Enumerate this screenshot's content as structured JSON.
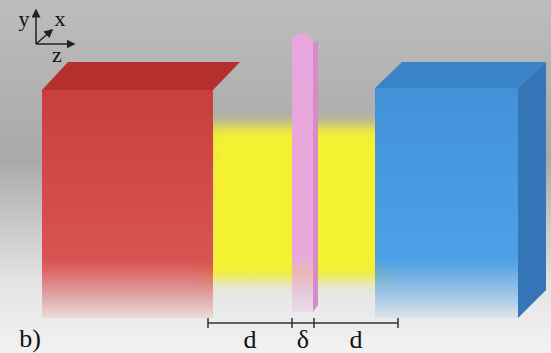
{
  "diagram": {
    "labels": [
      "y",
      "x",
      "z",
      "b)",
      "d",
      "δ",
      "d"
    ]
  }
}
